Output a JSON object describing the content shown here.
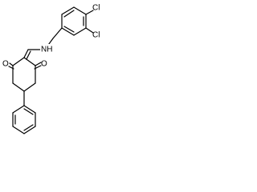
{
  "structure": {
    "atom_labels": {
      "cl_top": "Cl",
      "cl_bottom": "Cl",
      "nh": "NH",
      "o_left": "O",
      "o_right": "O"
    }
  }
}
